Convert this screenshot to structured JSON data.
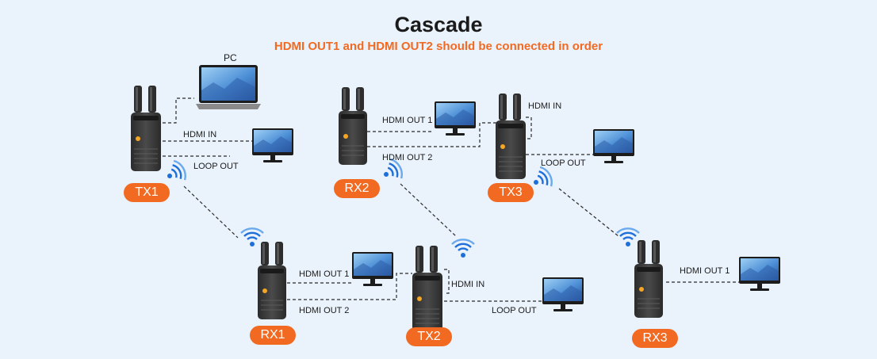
{
  "header": {
    "title": "Cascade",
    "subtitle": "HDMI OUT1 and HDMI OUT2 should be connected in order"
  },
  "devices": {
    "tx1": "TX1",
    "rx1": "RX1",
    "rx2": "RX2",
    "tx2": "TX2",
    "tx3": "TX3",
    "rx3": "RX3"
  },
  "labels": {
    "pc": "PC",
    "tx1_in": "HDMI IN",
    "tx1_loop": "LOOP OUT",
    "rx2_out1": "HDMI OUT 1",
    "rx2_out2": "HDMI OUT 2",
    "tx3_in": "HDMI IN",
    "tx3_loop": "LOOP OUT",
    "rx1_out1": "HDMI OUT 1",
    "rx1_out2": "HDMI OUT 2",
    "tx2_in": "HDMI IN",
    "tx2_loop": "LOOP OUT",
    "rx3_out1": "HDMI OUT 1"
  },
  "colors": {
    "accent": "#f26a22",
    "wifi": "#1e6fd9",
    "background": "#eaf2fb"
  },
  "icons": [
    "transmitter-icon",
    "receiver-icon",
    "monitor-icon",
    "laptop-icon",
    "wifi-signal-icon"
  ]
}
